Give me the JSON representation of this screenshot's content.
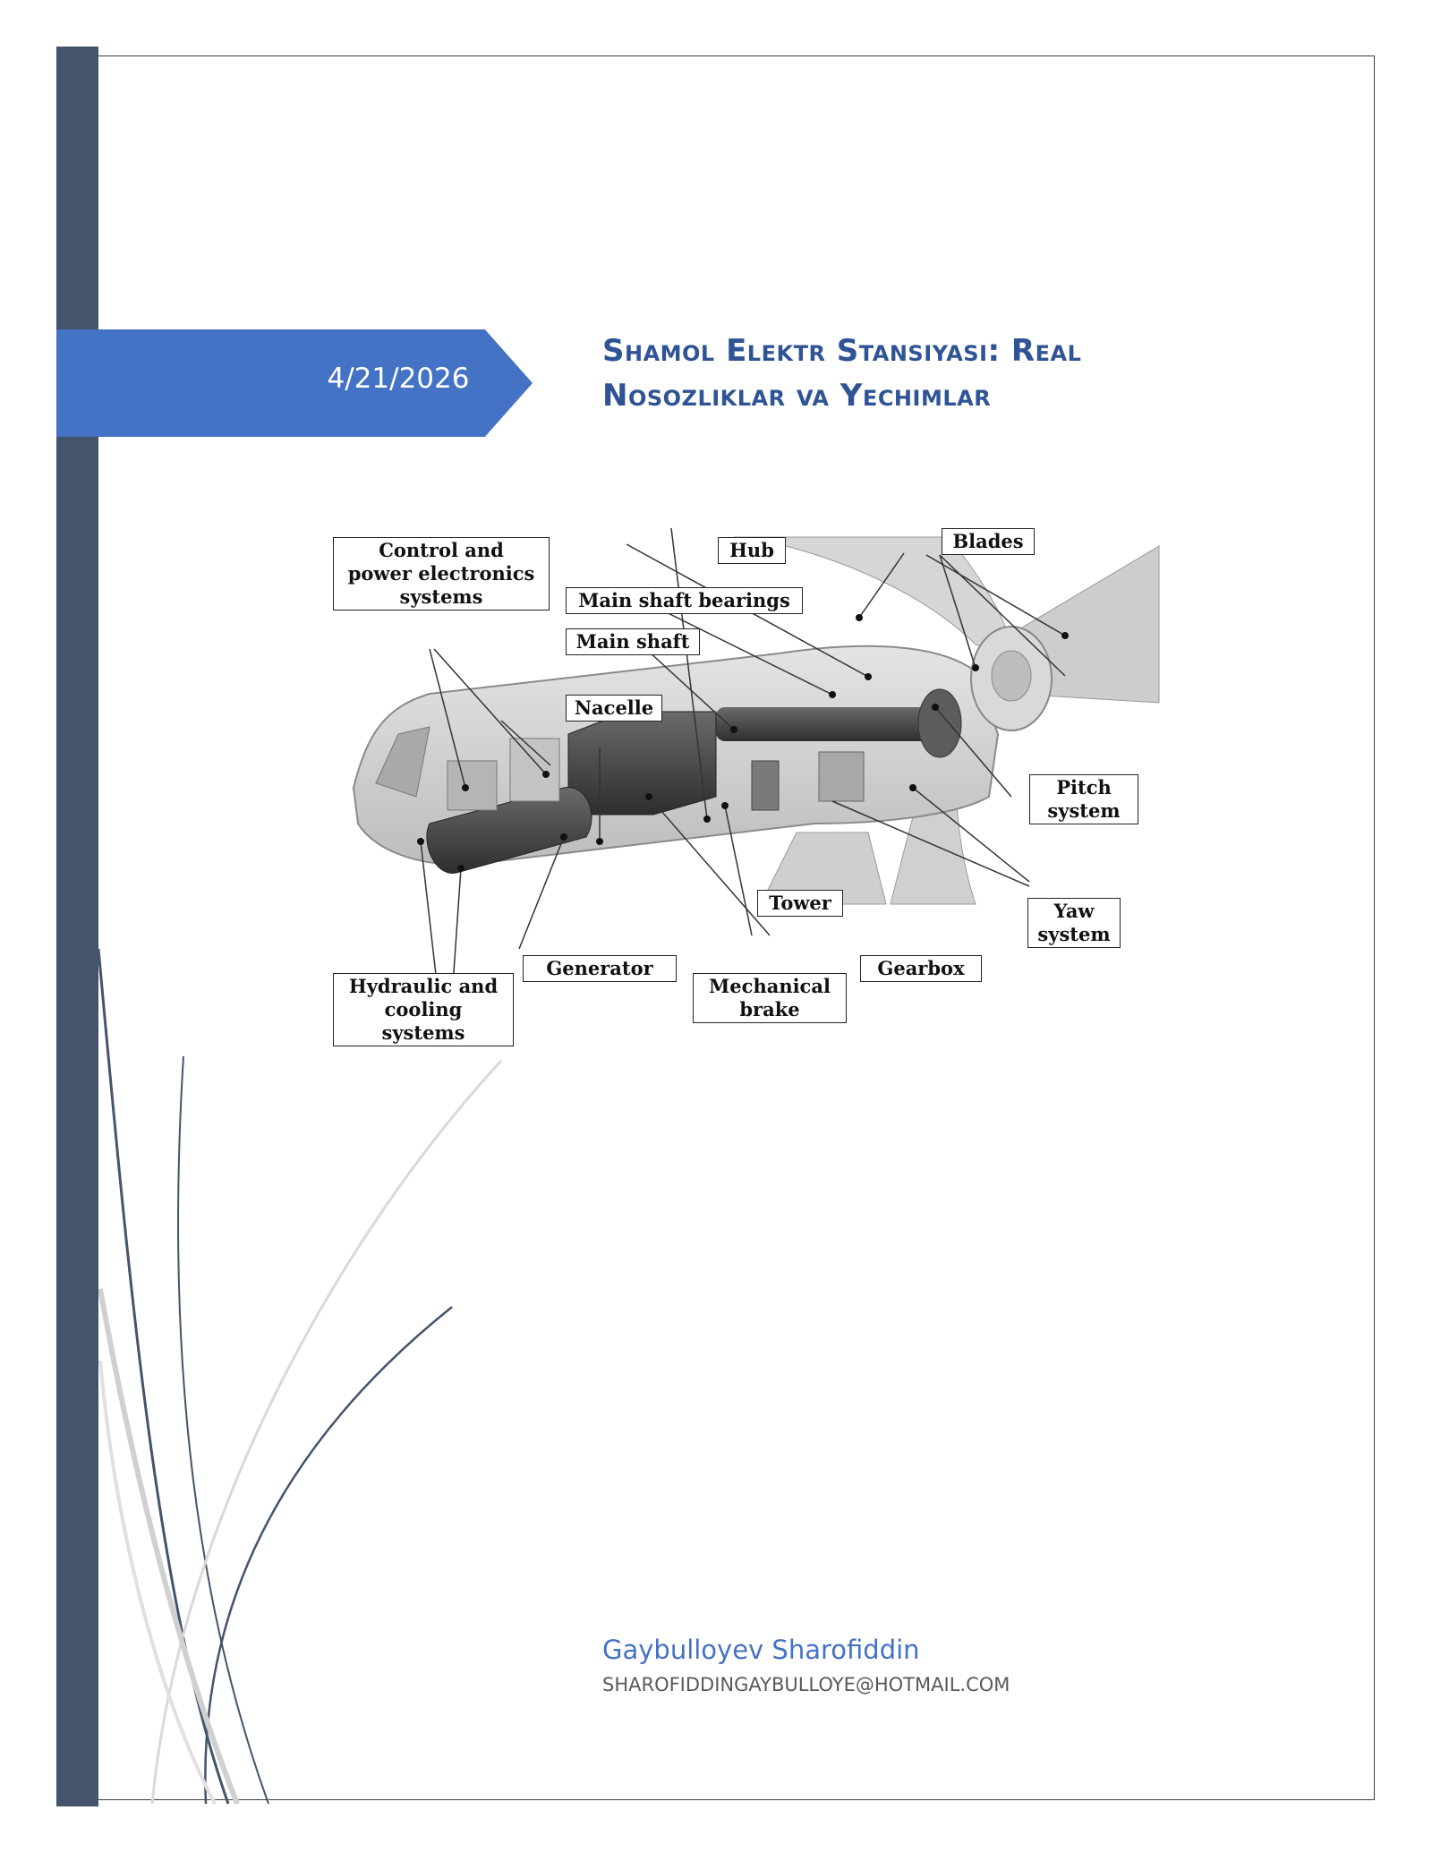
{
  "cover": {
    "date": "4/21/2026",
    "title_lines": [
      "Shamol Elektr Stansiyasi: Real",
      "Nosozliklar va Yechimlar"
    ],
    "author": "Gaybulloyev Sharofiddin",
    "email": "SHAROFIDDINGAYBULLOYE@HOTMAIL.COM"
  },
  "colors": {
    "sidebar": "#44546a",
    "banner": "#4472c4",
    "title": "#2f5496",
    "author": "#4472c4"
  },
  "figure": {
    "labels": {
      "control": [
        "Control and",
        "power electronics",
        "systems"
      ],
      "hub": "Hub",
      "blades": "Blades",
      "main_shaft_bearings": "Main shaft bearings",
      "main_shaft": "Main shaft",
      "nacelle": "Nacelle",
      "pitch": [
        "Pitch",
        "system"
      ],
      "tower": "Tower",
      "yaw": [
        "Yaw",
        "system"
      ],
      "generator": "Generator",
      "gearbox": "Gearbox",
      "mechanical_brake": [
        "Mechanical",
        "brake"
      ],
      "hydraulic": [
        "Hydraulic and",
        "cooling",
        "systems"
      ]
    }
  }
}
